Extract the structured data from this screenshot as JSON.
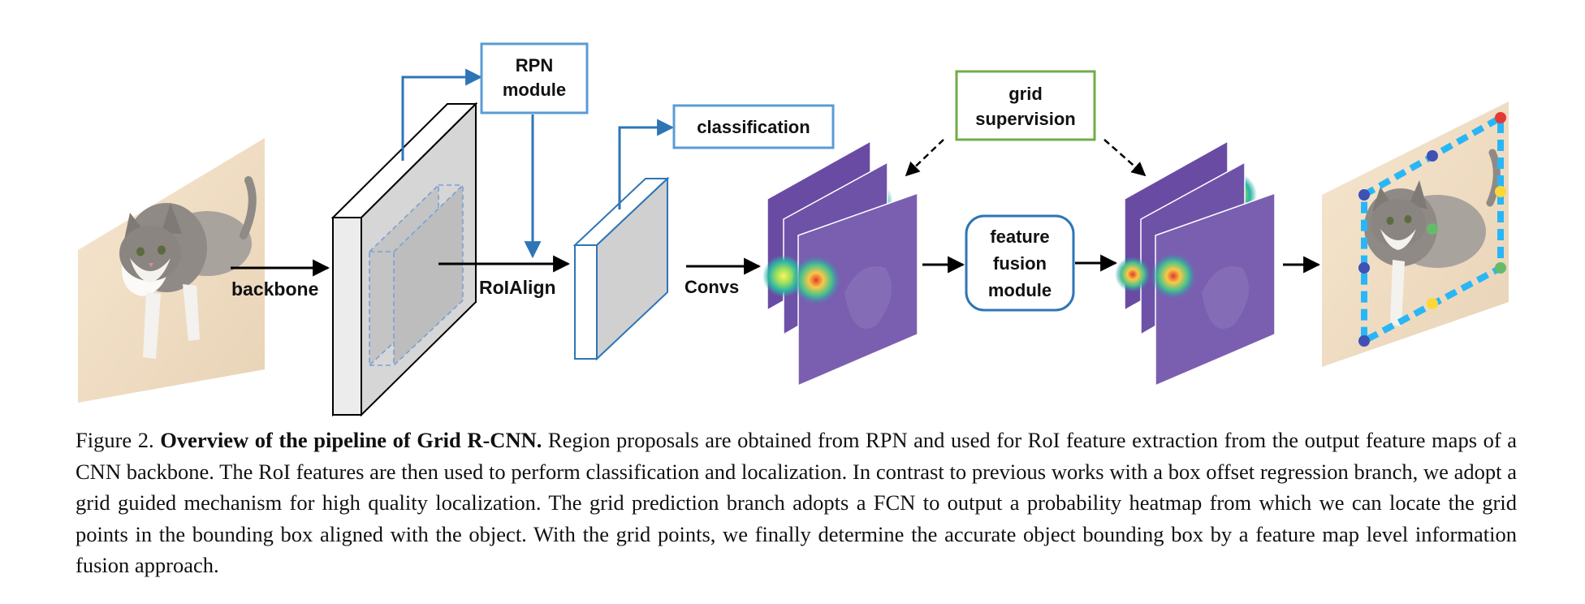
{
  "diagram": {
    "labels": {
      "rpn_line1": "RPN",
      "rpn_line2": "module",
      "classification": "classification",
      "grid_sup_line1": "grid",
      "grid_sup_line2": "supervision",
      "backbone": "backbone",
      "roialign": "RoIAlign",
      "convs": "Convs",
      "fusion_line1": "feature",
      "fusion_line2": "fusion",
      "fusion_line3": "module"
    },
    "colors": {
      "blue_box": "#5b9bd5",
      "blue_arrow": "#2e75b6",
      "green_box": "#70ad47",
      "heatmap_purple": "#6a4ba3",
      "grid_border": "#29b6f6"
    },
    "icons": [
      "cat-photo",
      "cnn-block",
      "roi-feature-block",
      "heatmap-stack",
      "result-photo"
    ]
  },
  "caption": {
    "prefix": "Figure 2. ",
    "title": "Overview of the pipeline of Grid R-CNN.",
    "body": " Region proposals are obtained from RPN and used for RoI feature extraction from the output feature maps of a CNN backbone. The RoI features are then used to perform classification and localization. In contrast to previous works with a box offset regression branch, we adopt a grid guided mechanism for high quality localization. The grid prediction branch adopts a FCN to output a probability heatmap from which we can locate the grid points in the bounding box aligned with the object. With the grid points, we finally determine the accurate object bounding box by a feature map level information fusion approach."
  }
}
